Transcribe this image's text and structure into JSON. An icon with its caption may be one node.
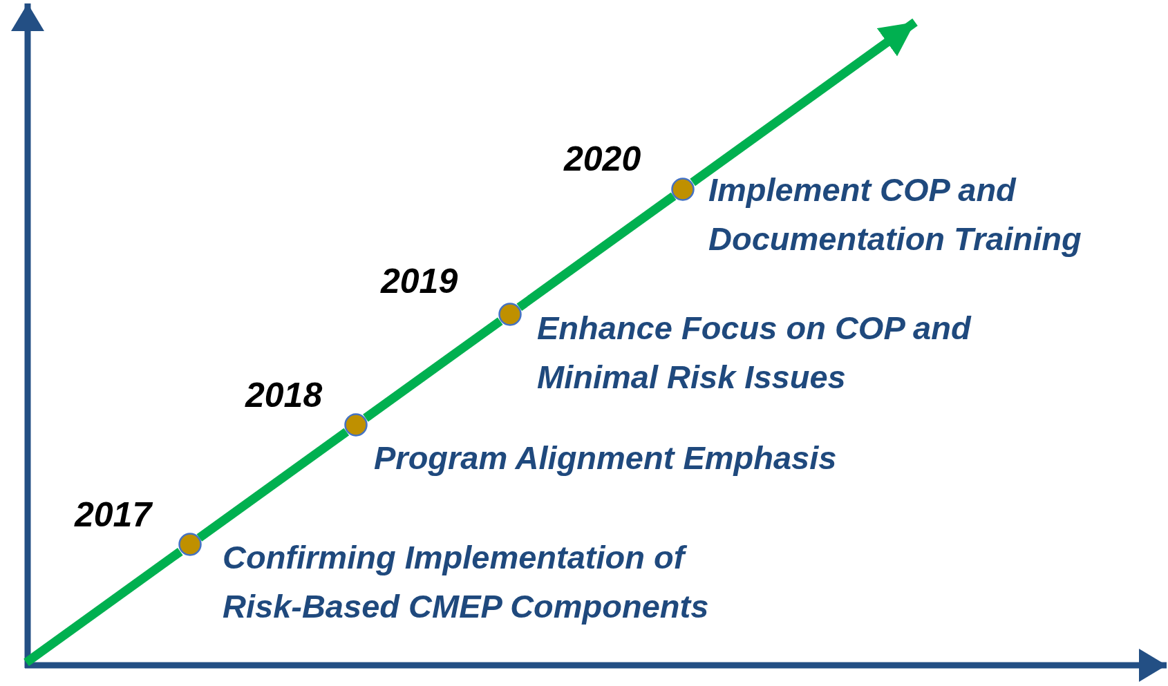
{
  "diagram": {
    "nodes": [
      {
        "text": [],
        "shape": "circle",
        "beside": [
          "2017",
          "Confirming Implementation of Risk-Based CMEP Components"
        ]
      },
      {
        "text": [],
        "shape": "circle",
        "beside": [
          "2018",
          "Program Alignment Emphasis"
        ]
      },
      {
        "text": [],
        "shape": "circle",
        "beside": [
          "2019",
          "Enhance Focus on COP and Minimal Risk Issues"
        ]
      },
      {
        "text": [],
        "shape": "circle",
        "beside": [
          "2020",
          "Implement COP and Documentation Training"
        ]
      }
    ],
    "edges": [
      {
        "from": null,
        "to": 0,
        "arrow": "none"
      },
      {
        "from": 0,
        "to": 1,
        "arrow": "none"
      },
      {
        "from": 1,
        "to": 2,
        "arrow": "none"
      },
      {
        "from": 2,
        "to": 3,
        "arrow": "none"
      },
      {
        "from": 3,
        "to": null,
        "arrow": "to"
      }
    ]
  }
}
